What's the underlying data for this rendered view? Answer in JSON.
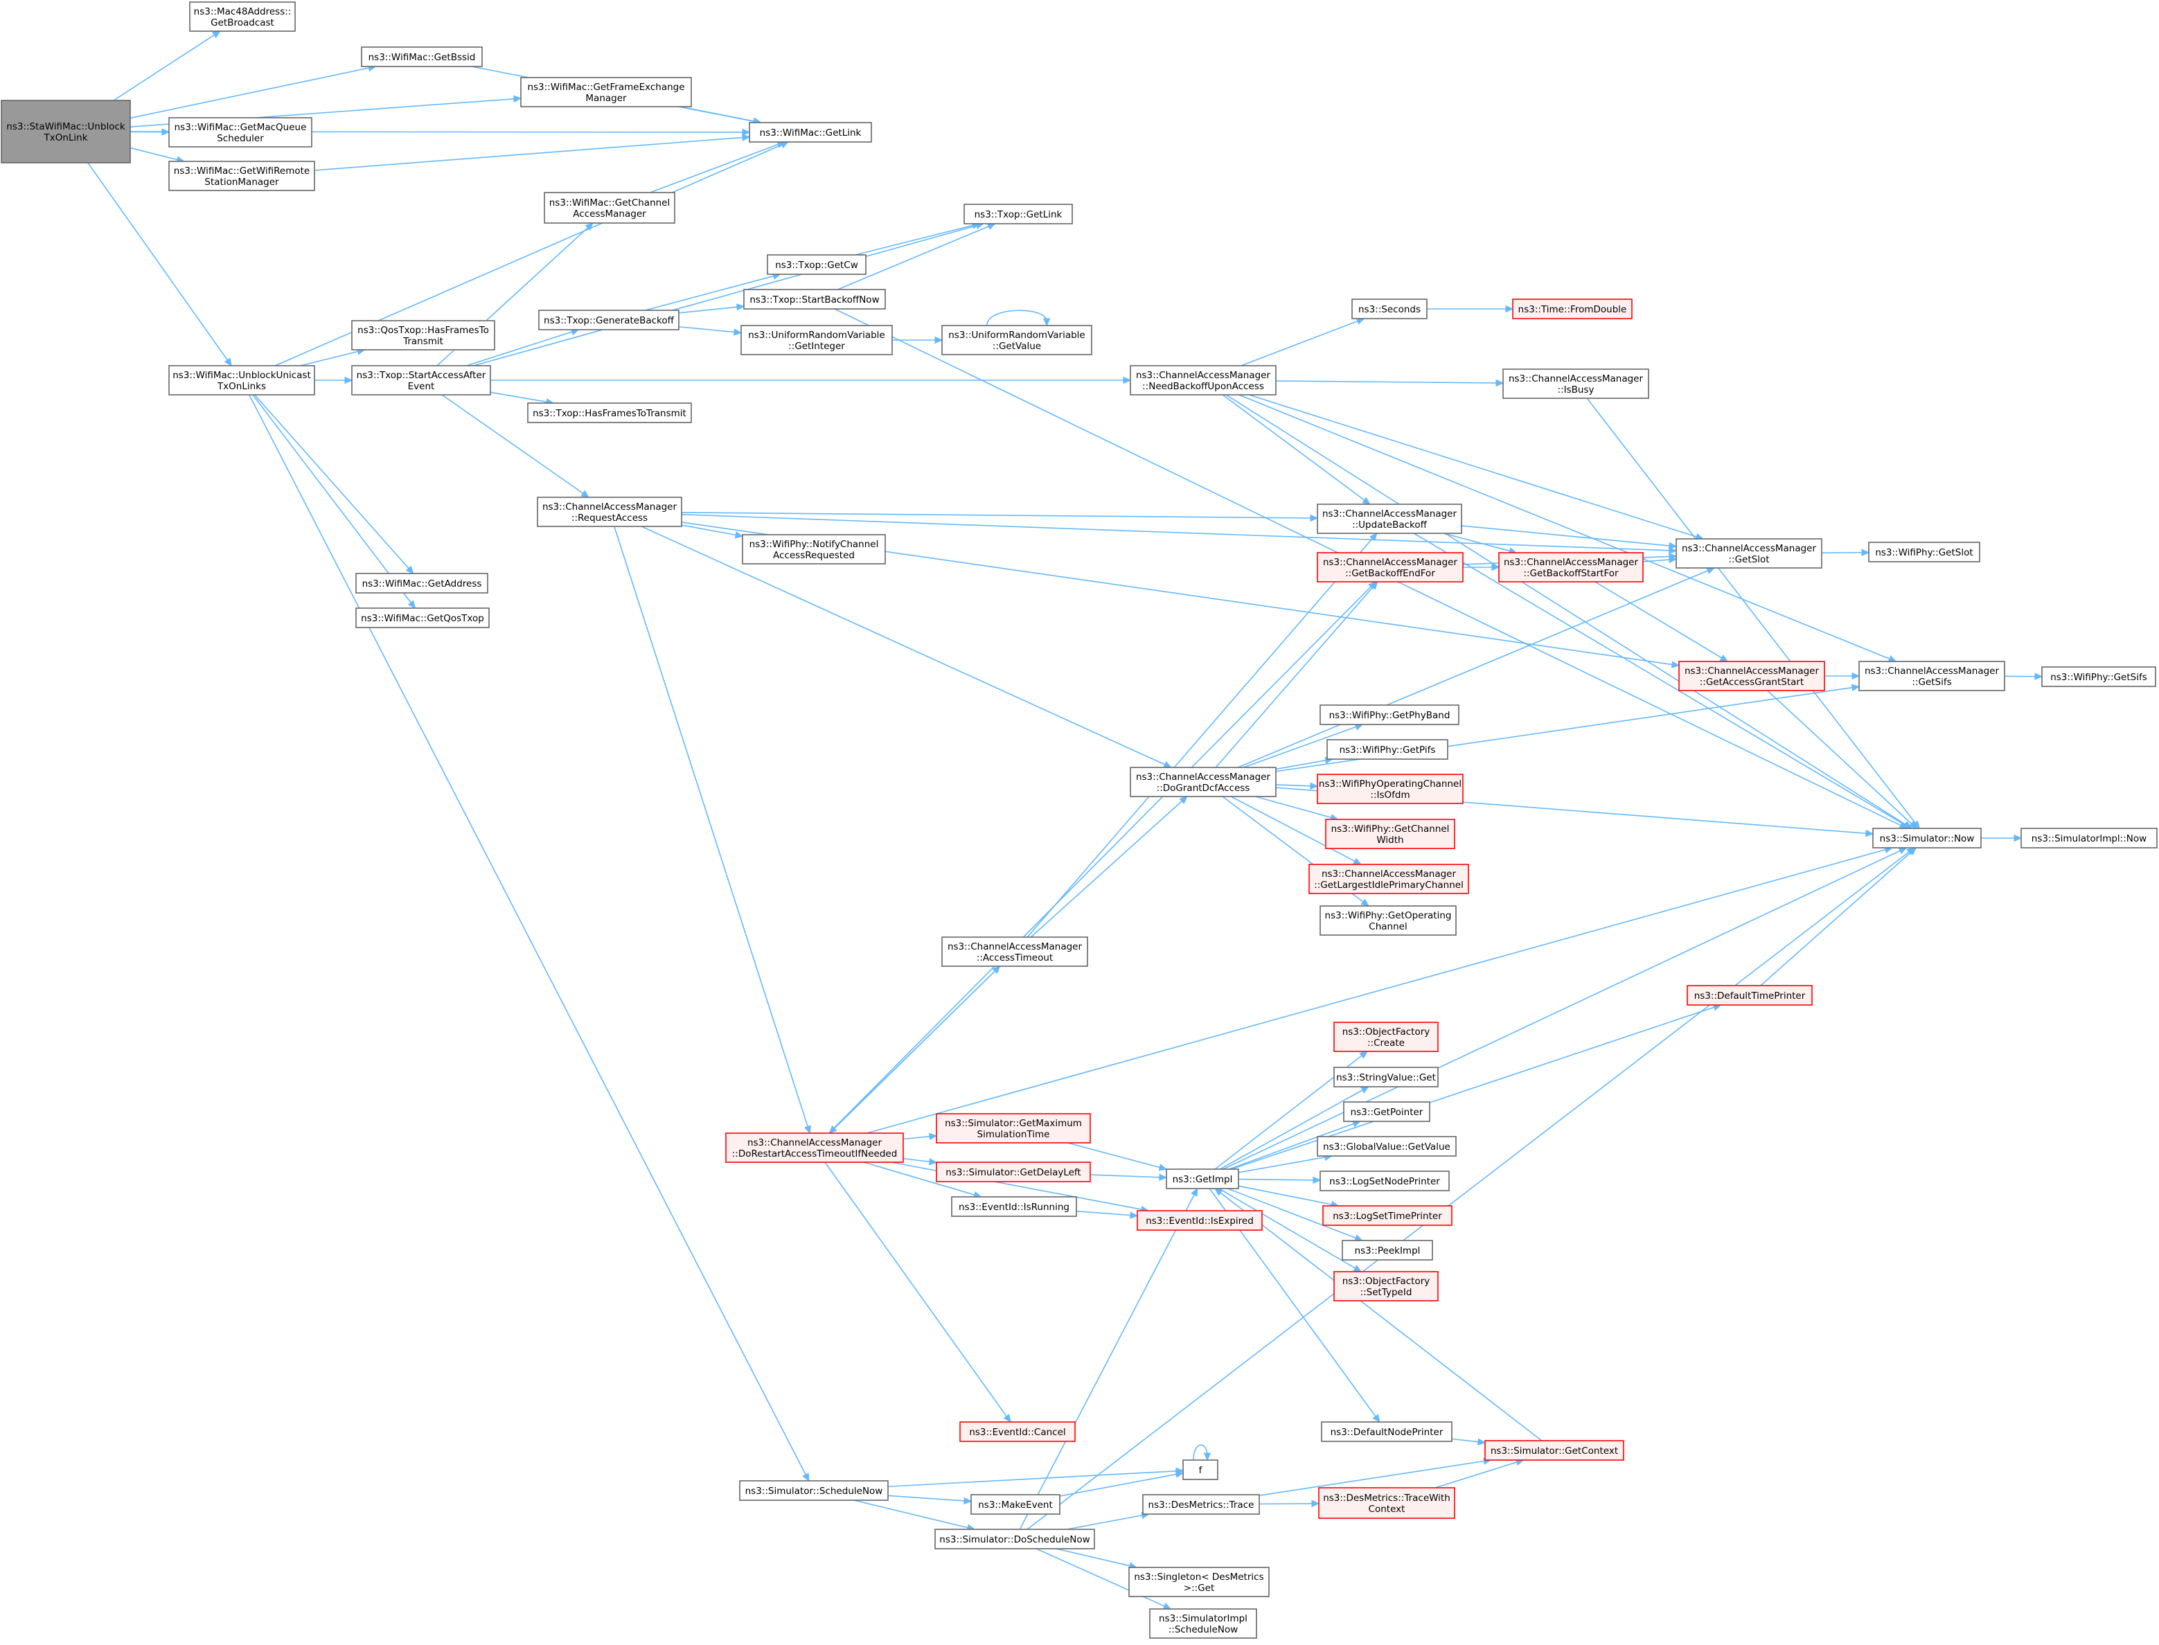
{
  "colors": {
    "edge": "#63b8ff",
    "node_fill": "#ffffff",
    "node_border": "#666666",
    "root_fill": "#999999",
    "truncated_fill": "#fff0f0",
    "truncated_border": "#ff0000"
  },
  "nodes": [
    {
      "id": "root",
      "lines": [
        "ns3::StaWifiMac::Unblock",
        "TxOnLink"
      ],
      "style": "root"
    },
    {
      "id": "mac48",
      "lines": [
        "ns3::Mac48Address::",
        "GetBroadcast"
      ],
      "style": "normal"
    },
    {
      "id": "getbssid",
      "lines": [
        "ns3::WifiMac::GetBssid"
      ],
      "style": "normal"
    },
    {
      "id": "getfem",
      "lines": [
        "ns3::WifiMac::GetFrameExchange",
        "Manager"
      ],
      "style": "normal"
    },
    {
      "id": "getmacq",
      "lines": [
        "ns3::WifiMac::GetMacQueue",
        "Scheduler"
      ],
      "style": "normal"
    },
    {
      "id": "getwrsm",
      "lines": [
        "ns3::WifiMac::GetWifiRemote",
        "StationManager"
      ],
      "style": "normal"
    },
    {
      "id": "macgetlink",
      "lines": [
        "ns3::WifiMac::GetLink"
      ],
      "style": "normal"
    },
    {
      "id": "getcam",
      "lines": [
        "ns3::WifiMac::GetChannel",
        "AccessManager"
      ],
      "style": "normal"
    },
    {
      "id": "unblockunicast",
      "lines": [
        "ns3::WifiMac::UnblockUnicast",
        "TxOnLinks"
      ],
      "style": "normal"
    },
    {
      "id": "qoshasframes",
      "lines": [
        "ns3::QosTxop::HasFramesTo",
        "Transmit"
      ],
      "style": "normal"
    },
    {
      "id": "startaccess",
      "lines": [
        "ns3::Txop::StartAccessAfter",
        "Event"
      ],
      "style": "normal"
    },
    {
      "id": "getaddress",
      "lines": [
        "ns3::WifiMac::GetAddress"
      ],
      "style": "normal"
    },
    {
      "id": "getqostxop",
      "lines": [
        "ns3::WifiMac::GetQosTxop"
      ],
      "style": "normal"
    },
    {
      "id": "txopgetlink",
      "lines": [
        "ns3::Txop::GetLink"
      ],
      "style": "normal"
    },
    {
      "id": "getcw",
      "lines": [
        "ns3::Txop::GetCw"
      ],
      "style": "normal"
    },
    {
      "id": "startbackoffnow",
      "lines": [
        "ns3::Txop::StartBackoffNow"
      ],
      "style": "normal"
    },
    {
      "id": "genbackoff",
      "lines": [
        "ns3::Txop::GenerateBackoff"
      ],
      "style": "normal"
    },
    {
      "id": "urvgetint",
      "lines": [
        "ns3::UniformRandomVariable",
        "::GetInteger"
      ],
      "style": "normal"
    },
    {
      "id": "urvgetval",
      "lines": [
        "ns3::UniformRandomVariable",
        "::GetValue"
      ],
      "style": "normal"
    },
    {
      "id": "txophasframes",
      "lines": [
        "ns3::Txop::HasFramesToTransmit"
      ],
      "style": "normal"
    },
    {
      "id": "seconds",
      "lines": [
        "ns3::Seconds"
      ],
      "style": "normal"
    },
    {
      "id": "fromdouble",
      "lines": [
        "ns3::Time::FromDouble"
      ],
      "style": "truncated"
    },
    {
      "id": "needbackoff",
      "lines": [
        "ns3::ChannelAccessManager",
        "::NeedBackoffUponAccess"
      ],
      "style": "normal"
    },
    {
      "id": "isbusy",
      "lines": [
        "ns3::ChannelAccessManager",
        "::IsBusy"
      ],
      "style": "normal"
    },
    {
      "id": "requestaccess",
      "lines": [
        "ns3::ChannelAccessManager",
        "::RequestAccess"
      ],
      "style": "normal"
    },
    {
      "id": "notifychan",
      "lines": [
        "ns3::WifiPhy::NotifyChannel",
        "AccessRequested"
      ],
      "style": "normal"
    },
    {
      "id": "updatebackoff",
      "lines": [
        "ns3::ChannelAccessManager",
        "::UpdateBackoff"
      ],
      "style": "normal"
    },
    {
      "id": "getbackoffend",
      "lines": [
        "ns3::ChannelAccessManager",
        "::GetBackoffEndFor"
      ],
      "style": "truncated"
    },
    {
      "id": "getbackoffstart",
      "lines": [
        "ns3::ChannelAccessManager",
        "::GetBackoffStartFor"
      ],
      "style": "truncated"
    },
    {
      "id": "camgetslot",
      "lines": [
        "ns3::ChannelAccessManager",
        "::GetSlot"
      ],
      "style": "normal"
    },
    {
      "id": "phygetslot",
      "lines": [
        "ns3::WifiPhy::GetSlot"
      ],
      "style": "normal"
    },
    {
      "id": "getaccessgrant",
      "lines": [
        "ns3::ChannelAccessManager",
        "::GetAccessGrantStart"
      ],
      "style": "truncated"
    },
    {
      "id": "camgetsifs",
      "lines": [
        "ns3::ChannelAccessManager",
        "::GetSifs"
      ],
      "style": "normal"
    },
    {
      "id": "phygetsifs",
      "lines": [
        "ns3::WifiPhy::GetSifs"
      ],
      "style": "normal"
    },
    {
      "id": "getphyband",
      "lines": [
        "ns3::WifiPhy::GetPhyBand"
      ],
      "style": "normal"
    },
    {
      "id": "getpifs",
      "lines": [
        "ns3::WifiPhy::GetPifs"
      ],
      "style": "normal"
    },
    {
      "id": "dogrant",
      "lines": [
        "ns3::ChannelAccessManager",
        "::DoGrantDcfAccess"
      ],
      "style": "normal"
    },
    {
      "id": "isofdm",
      "lines": [
        "ns3::WifiPhyOperatingChannel",
        "::IsOfdm"
      ],
      "style": "truncated"
    },
    {
      "id": "getchanwidth",
      "lines": [
        "ns3::WifiPhy::GetChannel",
        "Width"
      ],
      "style": "truncated"
    },
    {
      "id": "getlargest",
      "lines": [
        "ns3::ChannelAccessManager",
        "::GetLargestIdlePrimaryChannel"
      ],
      "style": "truncated"
    },
    {
      "id": "getopchan",
      "lines": [
        "ns3::WifiPhy::GetOperating",
        "Channel"
      ],
      "style": "normal"
    },
    {
      "id": "simnow",
      "lines": [
        "ns3::Simulator::Now"
      ],
      "style": "normal"
    },
    {
      "id": "simimplnow",
      "lines": [
        "ns3::SimulatorImpl::Now"
      ],
      "style": "normal"
    },
    {
      "id": "accesstimeout",
      "lines": [
        "ns3::ChannelAccessManager",
        "::AccessTimeout"
      ],
      "style": "normal"
    },
    {
      "id": "deftimeprinter",
      "lines": [
        "ns3::DefaultTimePrinter"
      ],
      "style": "truncated"
    },
    {
      "id": "objfcreate",
      "lines": [
        "ns3::ObjectFactory",
        "::Create"
      ],
      "style": "truncated"
    },
    {
      "id": "stringget",
      "lines": [
        "ns3::StringValue::Get"
      ],
      "style": "normal"
    },
    {
      "id": "getpointer",
      "lines": [
        "ns3::GetPointer"
      ],
      "style": "normal"
    },
    {
      "id": "gvgetval",
      "lines": [
        "ns3::GlobalValue::GetValue"
      ],
      "style": "normal"
    },
    {
      "id": "logsetnode",
      "lines": [
        "ns3::LogSetNodePrinter"
      ],
      "style": "normal"
    },
    {
      "id": "logsettime",
      "lines": [
        "ns3::LogSetTimePrinter"
      ],
      "style": "truncated"
    },
    {
      "id": "peekimpl",
      "lines": [
        "ns3::PeekImpl"
      ],
      "style": "normal"
    },
    {
      "id": "objfsettype",
      "lines": [
        "ns3::ObjectFactory",
        "::SetTypeId"
      ],
      "style": "truncated"
    },
    {
      "id": "dorestart",
      "lines": [
        "ns3::ChannelAccessManager",
        "::DoRestartAccessTimeoutIfNeeded"
      ],
      "style": "truncated"
    },
    {
      "id": "getmaxsim",
      "lines": [
        "ns3::Simulator::GetMaximum",
        "SimulationTime"
      ],
      "style": "truncated"
    },
    {
      "id": "getdelayleft",
      "lines": [
        "ns3::Simulator::GetDelayLeft"
      ],
      "style": "truncated"
    },
    {
      "id": "getimpl",
      "lines": [
        "ns3::GetImpl"
      ],
      "style": "normal"
    },
    {
      "id": "isrunning",
      "lines": [
        "ns3::EventId::IsRunning"
      ],
      "style": "normal"
    },
    {
      "id": "isexpired",
      "lines": [
        "ns3::EventId::IsExpired"
      ],
      "style": "truncated"
    },
    {
      "id": "cancel",
      "lines": [
        "ns3::EventId::Cancel"
      ],
      "style": "truncated"
    },
    {
      "id": "defnodeprinter",
      "lines": [
        "ns3::DefaultNodePrinter"
      ],
      "style": "normal"
    },
    {
      "id": "getcontext",
      "lines": [
        "ns3::Simulator::GetContext"
      ],
      "style": "truncated"
    },
    {
      "id": "f",
      "lines": [
        "f"
      ],
      "style": "normal"
    },
    {
      "id": "schedulenow",
      "lines": [
        "ns3::Simulator::ScheduleNow"
      ],
      "style": "normal"
    },
    {
      "id": "makeevent",
      "lines": [
        "ns3::MakeEvent"
      ],
      "style": "normal"
    },
    {
      "id": "destrace",
      "lines": [
        "ns3::DesMetrics::Trace"
      ],
      "style": "normal"
    },
    {
      "id": "destracectx",
      "lines": [
        "ns3::DesMetrics::TraceWith",
        "Context"
      ],
      "style": "truncated"
    },
    {
      "id": "doschedulenow",
      "lines": [
        "ns3::Simulator::DoScheduleNow"
      ],
      "style": "normal"
    },
    {
      "id": "singletonget",
      "lines": [
        "ns3::Singleton< DesMetrics",
        " >::Get"
      ],
      "style": "normal"
    },
    {
      "id": "simimplsched",
      "lines": [
        "ns3::SimulatorImpl",
        "::ScheduleNow"
      ],
      "style": "normal"
    }
  ],
  "edges": [
    [
      "root",
      "mac48"
    ],
    [
      "root",
      "getbssid"
    ],
    [
      "root",
      "getfem"
    ],
    [
      "root",
      "macgetlink"
    ],
    [
      "root",
      "getmacq"
    ],
    [
      "root",
      "getwrsm"
    ],
    [
      "root",
      "unblockunicast"
    ],
    [
      "getbssid",
      "macgetlink"
    ],
    [
      "getfem",
      "macgetlink"
    ],
    [
      "getwrsm",
      "macgetlink"
    ],
    [
      "getcam",
      "macgetlink"
    ],
    [
      "unblockunicast",
      "macgetlink"
    ],
    [
      "unblockunicast",
      "qoshasframes"
    ],
    [
      "unblockunicast",
      "startaccess"
    ],
    [
      "unblockunicast",
      "getaddress"
    ],
    [
      "unblockunicast",
      "getqostxop"
    ],
    [
      "unblockunicast",
      "schedulenow"
    ],
    [
      "startaccess",
      "getcam"
    ],
    [
      "startaccess",
      "txopgetlink"
    ],
    [
      "startaccess",
      "genbackoff"
    ],
    [
      "startaccess",
      "needbackoff"
    ],
    [
      "startaccess",
      "txophasframes"
    ],
    [
      "startaccess",
      "requestaccess"
    ],
    [
      "genbackoff",
      "getcw"
    ],
    [
      "genbackoff",
      "startbackoffnow"
    ],
    [
      "genbackoff",
      "urvgetint"
    ],
    [
      "getcw",
      "txopgetlink"
    ],
    [
      "startbackoffnow",
      "txopgetlink"
    ],
    [
      "startbackoffnow",
      "simnow"
    ],
    [
      "urvgetint",
      "urvgetval"
    ],
    [
      "urvgetval",
      "urvgetval"
    ],
    [
      "needbackoff",
      "seconds"
    ],
    [
      "needbackoff",
      "camgetslot"
    ],
    [
      "needbackoff",
      "simnow"
    ],
    [
      "needbackoff",
      "isbusy"
    ],
    [
      "needbackoff",
      "updatebackoff"
    ],
    [
      "needbackoff",
      "camgetsifs"
    ],
    [
      "seconds",
      "fromdouble"
    ],
    [
      "isbusy",
      "simnow"
    ],
    [
      "requestaccess",
      "camgetslot"
    ],
    [
      "requestaccess",
      "updatebackoff"
    ],
    [
      "requestaccess",
      "notifychan"
    ],
    [
      "requestaccess",
      "getaccessgrant"
    ],
    [
      "requestaccess",
      "dogrant"
    ],
    [
      "requestaccess",
      "dorestart"
    ],
    [
      "updatebackoff",
      "simnow"
    ],
    [
      "updatebackoff",
      "camgetslot"
    ],
    [
      "updatebackoff",
      "getbackoffstart"
    ],
    [
      "getbackoffend",
      "getbackoffstart"
    ],
    [
      "getbackoffend",
      "camgetslot"
    ],
    [
      "getbackoffstart",
      "camgetslot"
    ],
    [
      "getbackoffstart",
      "getaccessgrant"
    ],
    [
      "camgetslot",
      "phygetslot"
    ],
    [
      "getaccessgrant",
      "camgetsifs"
    ],
    [
      "getaccessgrant",
      "simnow"
    ],
    [
      "camgetsifs",
      "phygetsifs"
    ],
    [
      "dogrant",
      "getbackoffend"
    ],
    [
      "dogrant",
      "camgetslot"
    ],
    [
      "dogrant",
      "camgetsifs"
    ],
    [
      "dogrant",
      "getphyband"
    ],
    [
      "dogrant",
      "getpifs"
    ],
    [
      "dogrant",
      "isofdm"
    ],
    [
      "dogrant",
      "getchanwidth"
    ],
    [
      "dogrant",
      "getlargest"
    ],
    [
      "dogrant",
      "getopchan"
    ],
    [
      "dogrant",
      "simnow"
    ],
    [
      "simnow",
      "simimplnow"
    ],
    [
      "accesstimeout",
      "updatebackoff"
    ],
    [
      "accesstimeout",
      "dogrant"
    ],
    [
      "accesstimeout",
      "dorestart"
    ],
    [
      "dorestart",
      "accesstimeout"
    ],
    [
      "dorestart",
      "getbackoffend"
    ],
    [
      "dorestart",
      "getmaxsim"
    ],
    [
      "dorestart",
      "getdelayleft"
    ],
    [
      "dorestart",
      "isrunning"
    ],
    [
      "dorestart",
      "isexpired"
    ],
    [
      "dorestart",
      "simnow"
    ],
    [
      "dorestart",
      "cancel"
    ],
    [
      "getmaxsim",
      "getimpl"
    ],
    [
      "getdelayleft",
      "getimpl"
    ],
    [
      "isrunning",
      "isexpired"
    ],
    [
      "getimpl",
      "deftimeprinter"
    ],
    [
      "getimpl",
      "objfcreate"
    ],
    [
      "getimpl",
      "stringget"
    ],
    [
      "getimpl",
      "getpointer"
    ],
    [
      "getimpl",
      "gvgetval"
    ],
    [
      "getimpl",
      "logsetnode"
    ],
    [
      "getimpl",
      "logsettime"
    ],
    [
      "getimpl",
      "peekimpl"
    ],
    [
      "getimpl",
      "objfsettype"
    ],
    [
      "getimpl",
      "simnow"
    ],
    [
      "getimpl",
      "defnodeprinter"
    ],
    [
      "deftimeprinter",
      "simnow"
    ],
    [
      "defnodeprinter",
      "getcontext"
    ],
    [
      "getcontext",
      "getimpl"
    ],
    [
      "f",
      "f"
    ],
    [
      "schedulenow",
      "f"
    ],
    [
      "schedulenow",
      "makeevent"
    ],
    [
      "schedulenow",
      "doschedulenow"
    ],
    [
      "makeevent",
      "f"
    ],
    [
      "doschedulenow",
      "getimpl"
    ],
    [
      "doschedulenow",
      "destrace"
    ],
    [
      "doschedulenow",
      "simnow"
    ],
    [
      "doschedulenow",
      "singletonget"
    ],
    [
      "doschedulenow",
      "simimplsched"
    ],
    [
      "destrace",
      "getcontext"
    ],
    [
      "destrace",
      "destracectx"
    ],
    [
      "destracectx",
      "getcontext"
    ]
  ]
}
